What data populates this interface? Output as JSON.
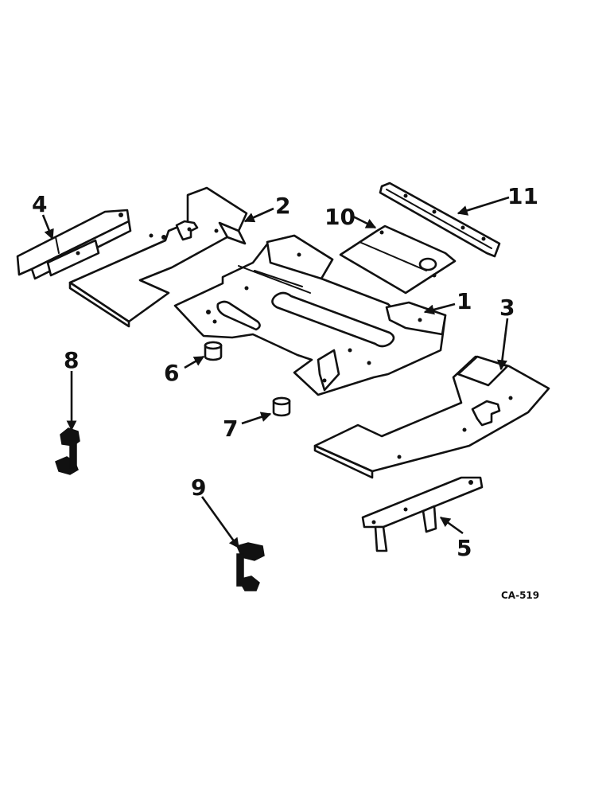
{
  "diagram": {
    "drawing_code": "CA-519",
    "callouts": [
      {
        "id": "1",
        "label": "1"
      },
      {
        "id": "2",
        "label": "2"
      },
      {
        "id": "3",
        "label": "3"
      },
      {
        "id": "4",
        "label": "4"
      },
      {
        "id": "5",
        "label": "5"
      },
      {
        "id": "6",
        "label": "6"
      },
      {
        "id": "7",
        "label": "7"
      },
      {
        "id": "8",
        "label": "8"
      },
      {
        "id": "9",
        "label": "9"
      },
      {
        "id": "10",
        "label": "10"
      },
      {
        "id": "11",
        "label": "11"
      }
    ]
  }
}
